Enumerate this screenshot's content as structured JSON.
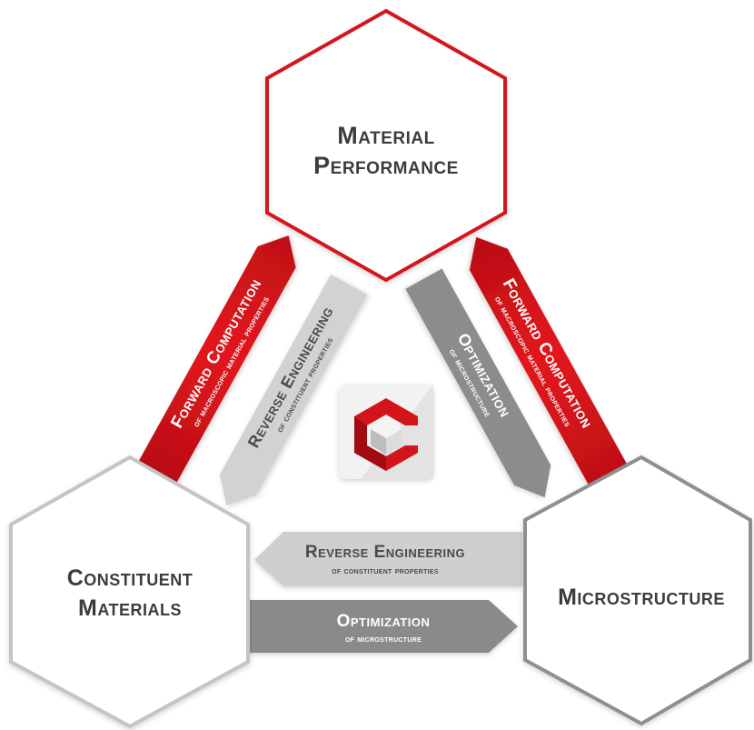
{
  "hexagons": {
    "top": {
      "line1": "Material",
      "line2": "Performance"
    },
    "left": {
      "line1": "Constituent",
      "line2": "Materials"
    },
    "right": {
      "line1": "Microstructure"
    }
  },
  "arrows": {
    "left_forward": {
      "title": "Forward Computation",
      "subtitle": "of macroscopic material properties"
    },
    "left_reverse": {
      "title": "Reverse Engineering",
      "subtitle": "of constituent properties"
    },
    "right_optimization": {
      "title": "Optimization",
      "subtitle": "of microstructure"
    },
    "right_forward": {
      "title": "Forward Computation",
      "subtitle": "of macroscopic material properties"
    },
    "bottom_reverse": {
      "title": "Reverse Engineering",
      "subtitle": "of constituent properties"
    },
    "bottom_optimization": {
      "title": "Optimization",
      "subtitle": "of microstructure"
    }
  },
  "colors": {
    "red": "#d3141b",
    "gray_dark": "#8a8a8a",
    "gray_light": "#cfcfcf",
    "hex_red_stroke": "#d3141b",
    "hex_gray_stroke": "#b5b5b5",
    "text": "#3c3c3c"
  },
  "logo": {
    "icon": "cube-logo-icon"
  }
}
